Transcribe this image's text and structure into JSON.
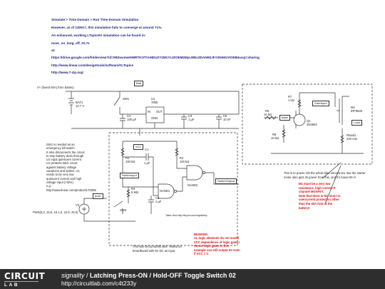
{
  "notes": [
    "Simulate > Time Domain > Run Time-Domain Simulation",
    "However, as of 130917, this simulation fails to converge at around 71%.",
    "An enhanced, working LTspiceIV simulation can be found in:",
    "mom_on_long_off_01.7z",
    "at:",
    "https://drive.google.com/folderview?id=0B2wumwNWRTKOTVnNDU2Y2M1YzJZOEM2MyLWExZDA0M2JhY2NiNGViODB&usp=sharing",
    "http://www.linear.com/designtools/software/#LTspice",
    "http://www.7-zip.org/"
  ],
  "labels": {
    "vplus": "V+ (fused 50A) from battery",
    "bat1_name": "BAT1",
    "bat1_val": "12.7 V",
    "sw1": "SW1",
    "u1_name": "U1",
    "u1_part": "7805",
    "u1_in": "IN",
    "u1_out": "OUT",
    "u1_gnd": "GND",
    "c4_name": "C4",
    "c4_val": "100 µF",
    "c3_name": "C3",
    "c3_val": "1 µF",
    "c5_name": "C5",
    "c5_val": "10 nF",
    "r7_name": "R7",
    "r7_val": "1 kΩ",
    "r6_name": "R6",
    "r6_val": "10 kΩ",
    "r8_name": "R8",
    "r8_val": "10 kΩ",
    "q1_name": "Q1",
    "q1_part": "2N3904",
    "m1_name": "M1",
    "m1_part": "IRF9530",
    "rload_name": "Rload1",
    "rload_val": "240 mΩ",
    "r1_name": "R1",
    "r1_val": "100 kΩ",
    "c1_name": "C1",
    "c1_val": "1 µF",
    "r2_name": "R2",
    "r2_val": "100 kΩ",
    "r3_name": "R3",
    "r3_val": "5 MΩ",
    "c2_name": "C2",
    "c2_val": "1 µF",
    "nand1": "NAND1",
    "nand2": "NAND2",
    "sw3": "SW3",
    "v3_name": "V3",
    "v3_val": "PWS(0,0, 15.5, 15.1,0, 22.5, 25,0)",
    "takes": "Takes 5ms http://tinyurl.com/mqcdfdmy"
  },
  "tags": {
    "batt": "Batt",
    "vcc": "VCC",
    "gatein": "GateInput",
    "base": "base",
    "load": "Load",
    "switchinput": "SwitchInput",
    "switchoutput": "SwitchOutput",
    "push": "push"
  },
  "sw1_note": [
    "SW1 is needed as an",
    "emergency kill switch.",
    "It also disconnects the circuit",
    "to stop battery drain through",
    "U1 input quiescent current.",
    "U1 protects latch circuit",
    "against battery voltage",
    "variations and spikes. U1",
    "needs to be very low",
    "quiescent current and high",
    "voltage input (>30V).",
    "e.g.",
    "http://www.linear.com/product/LT3009"
  ],
  "power_note": [
    "This is to power ON the whole bike electronics. But the starter",
    "motor also gets its power from this, and it's fused 50 A!"
  ],
  "m1_note": [
    "M1 must be a very low",
    "resistance, high current P",
    "channel MOSFET.",
    "",
    "Note that there is NO short or",
    "overcurrent protection other",
    "than the 50A fuse at the",
    "battery!"
  ],
  "breadboard_note": [
    "This sub circuit works well. Tested on",
    "breadboard with 9V DC as input."
  ],
  "beware_note": [
    "BEWARE!",
    "CL logic elements do not model",
    "VCC dependence of logic gates!",
    "Hence logic gates in this",
    "example can still output 5V even",
    "if VCC = 0."
  ],
  "footer": {
    "logo_line1": "CIRCUIT",
    "logo_line2": "LAB",
    "author": "signality",
    "title": "Latching Press-ON / Hold-OFF Toggle Switch 02",
    "url": "http://circuitlab.com/c4t233y"
  }
}
